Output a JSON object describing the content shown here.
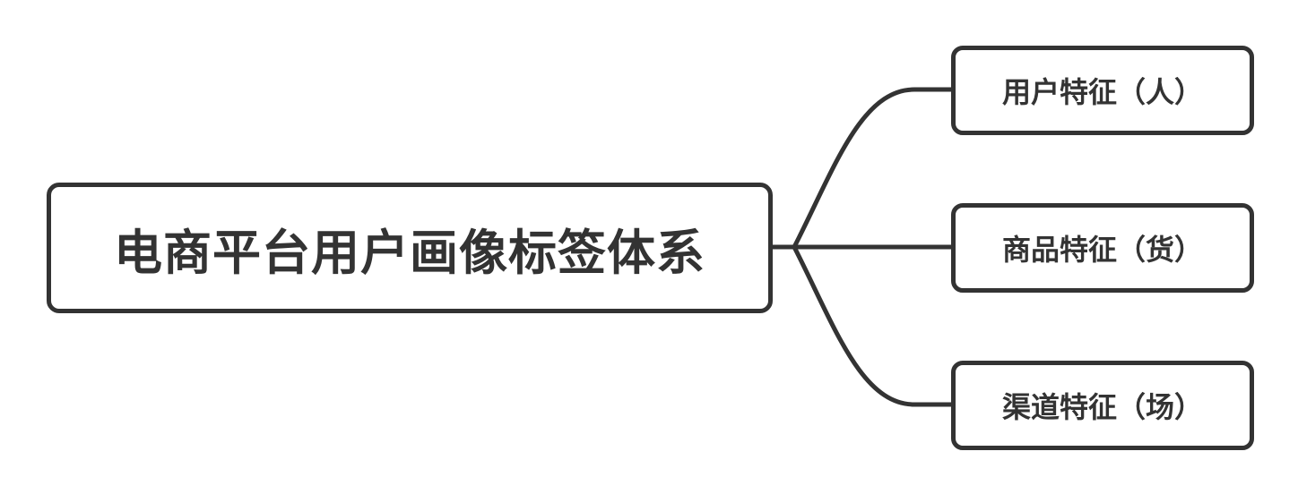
{
  "root": {
    "label": "电商平台用户画像标签体系"
  },
  "branches": [
    {
      "label": "用户特征（人）"
    },
    {
      "label": "商品特征（货）"
    },
    {
      "label": "渠道特征（场）"
    }
  ],
  "colors": {
    "stroke": "#333333",
    "text": "#333333",
    "background": "#ffffff"
  }
}
